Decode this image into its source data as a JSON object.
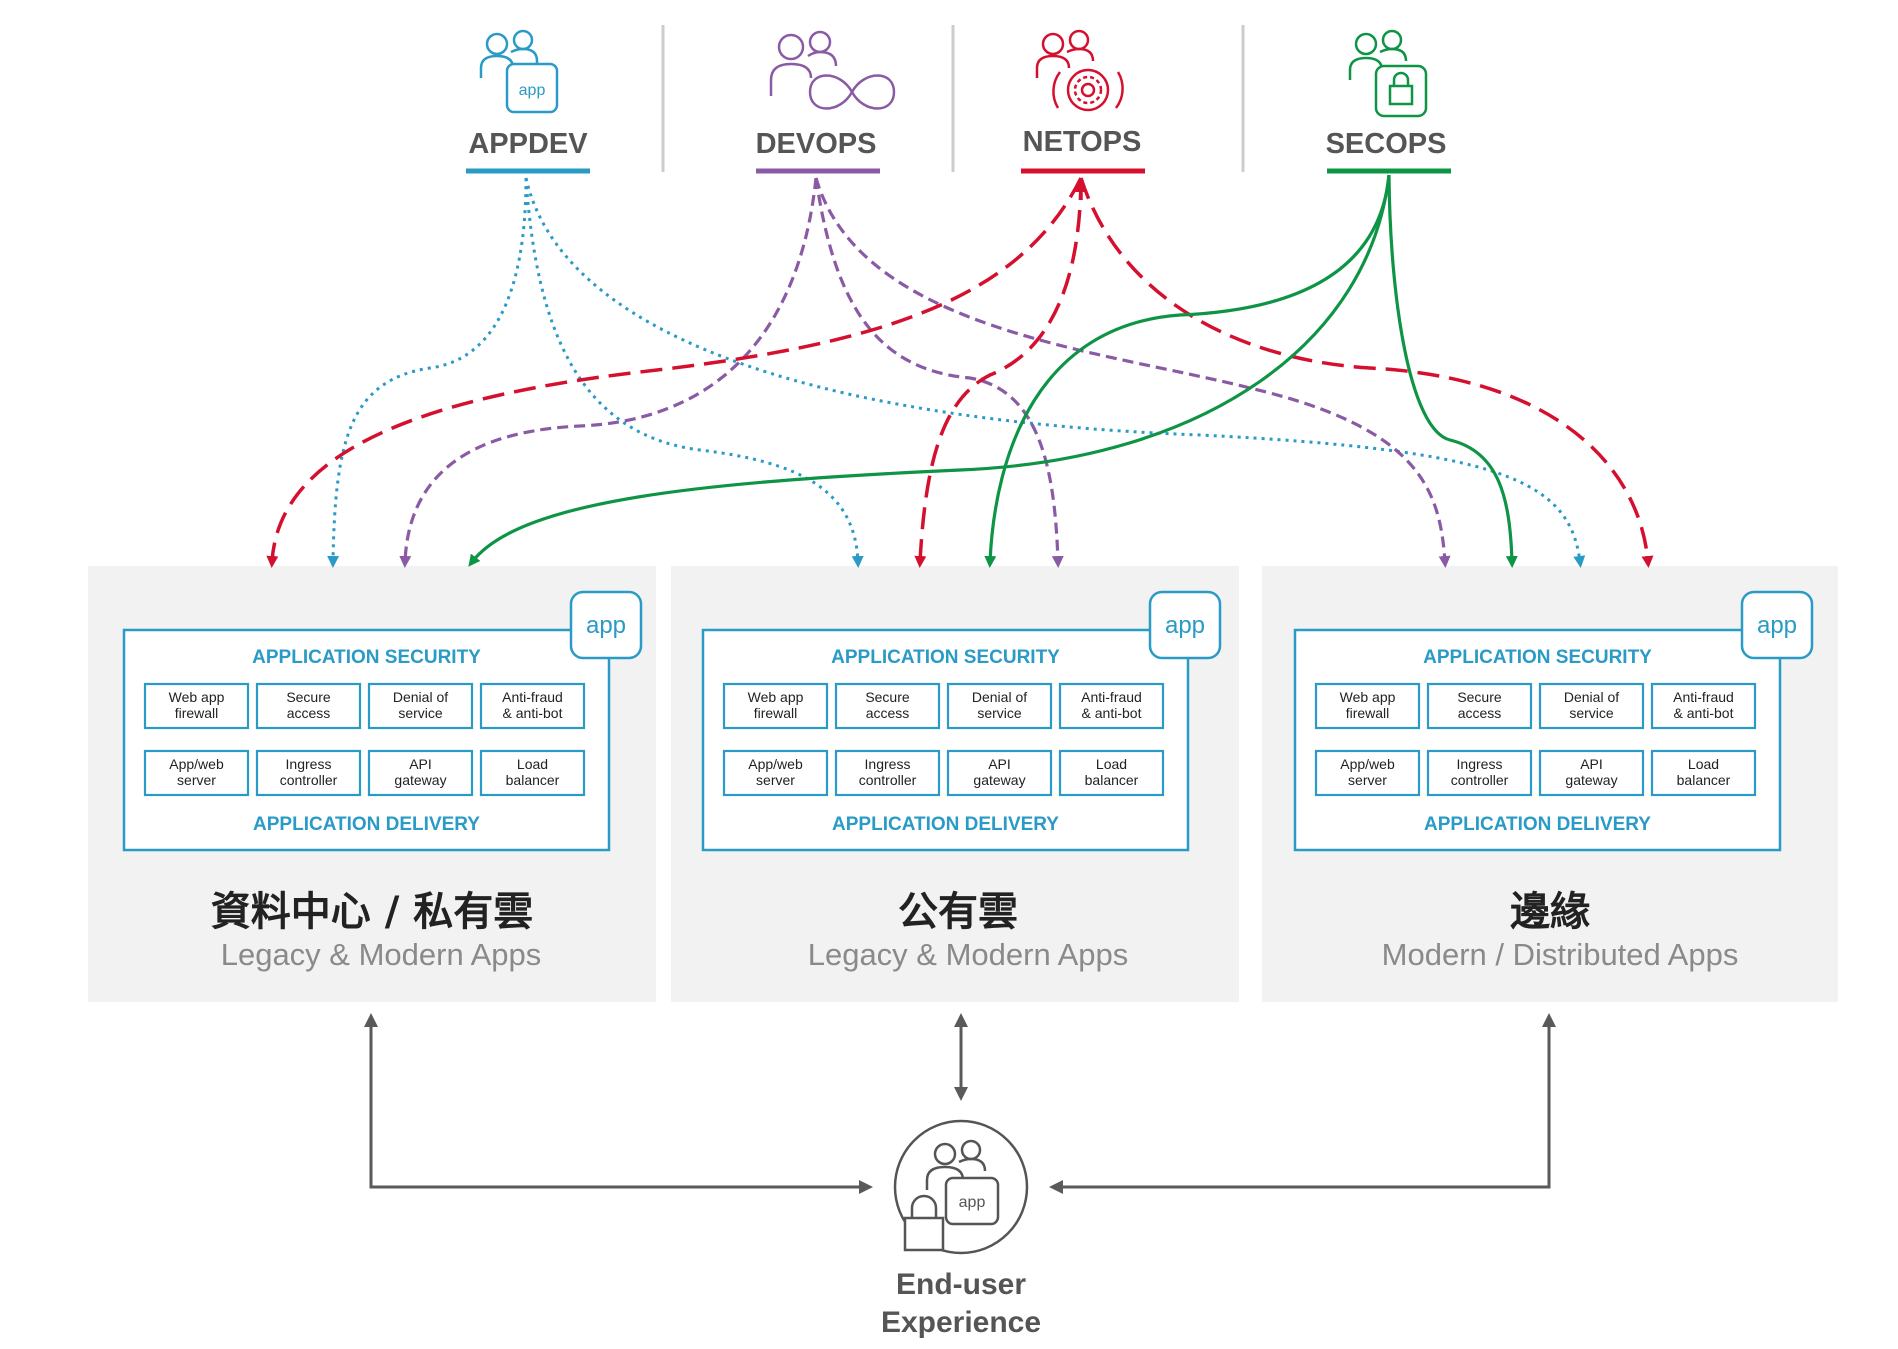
{
  "colors": {
    "appdev": "#2a9ac6",
    "devops": "#8b5aa5",
    "netops": "#d5102f",
    "secops": "#0d9444",
    "panel_bg": "#f2f2f2",
    "gray_arrow": "#5a5a5a"
  },
  "teams": [
    {
      "key": "appdev",
      "label": "APPDEV",
      "icon": "people-app-icon",
      "badge": "app"
    },
    {
      "key": "devops",
      "label": "DEVOPS",
      "icon": "people-infinity-icon"
    },
    {
      "key": "netops",
      "label": "NETOPS",
      "icon": "people-gear-icon"
    },
    {
      "key": "secops",
      "label": "SECOPS",
      "icon": "people-lock-icon"
    }
  ],
  "environments": [
    {
      "title": "資料中心 / 私有雲",
      "subtitle": "Legacy & Modern Apps"
    },
    {
      "title": "公有雲",
      "subtitle": "Legacy & Modern Apps"
    },
    {
      "title": "邊緣",
      "subtitle": "Modern / Distributed Apps"
    }
  ],
  "app_badge": "app",
  "stack": {
    "security_title": "APPLICATION SECURITY",
    "delivery_title": "APPLICATION DELIVERY",
    "security_cells": [
      [
        "Web app",
        "firewall"
      ],
      [
        "Secure",
        "access"
      ],
      [
        "Denial of",
        "service"
      ],
      [
        "Anti-fraud",
        "& anti-bot"
      ]
    ],
    "delivery_cells": [
      [
        "App/web",
        "server"
      ],
      [
        "Ingress",
        "controller"
      ],
      [
        "API",
        "gateway"
      ],
      [
        "Load",
        "balancer"
      ]
    ]
  },
  "end_user": {
    "line1": "End-user",
    "line2": "Experience",
    "badge": "app",
    "icon": "end-user-lock-icon"
  }
}
